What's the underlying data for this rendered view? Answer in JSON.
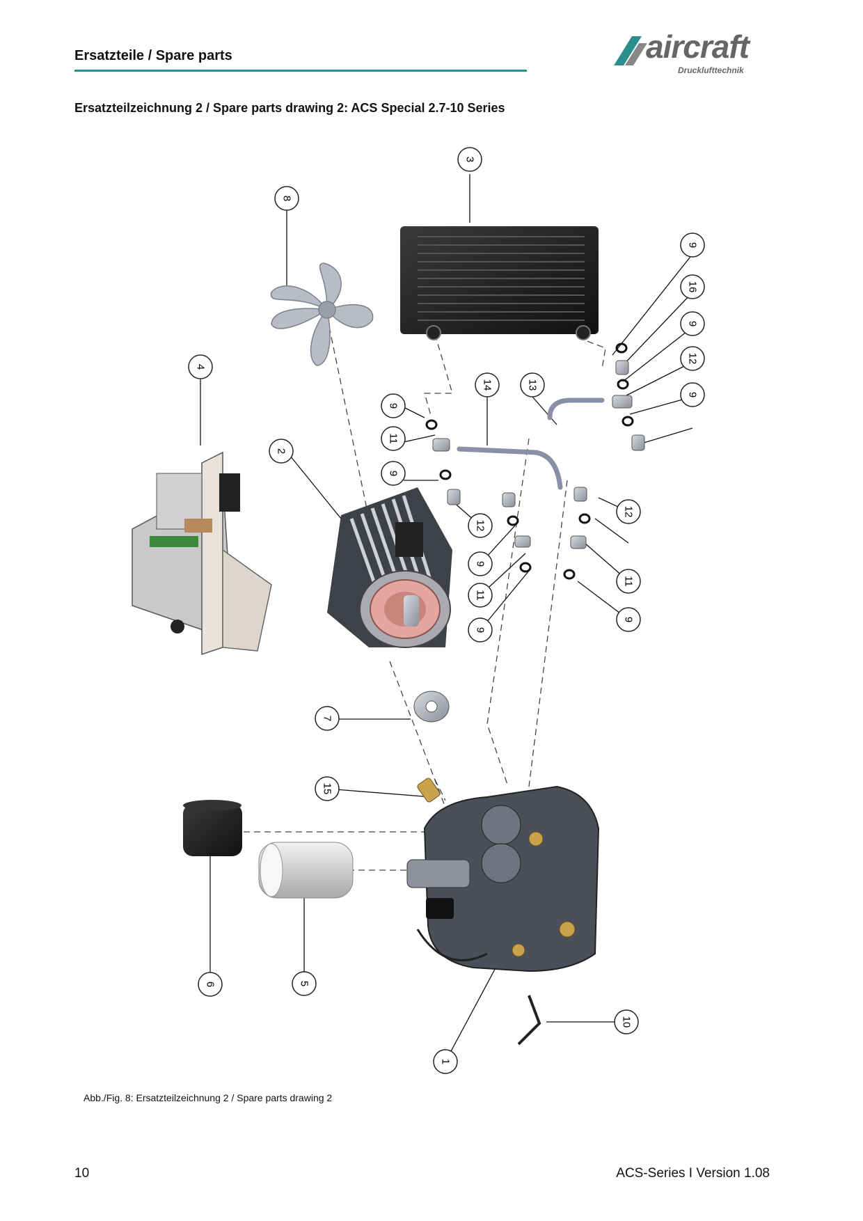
{
  "header": {
    "title": "Ersatzteile / Spare parts"
  },
  "logo": {
    "brand": "aircraft",
    "subtitle": "Drucklufttechnik"
  },
  "drawing": {
    "title": "Ersatzteilzeichnung 2 / Spare parts drawing 2: ACS Special 2.7-10 Series",
    "callouts": [
      "1",
      "2",
      "3",
      "4",
      "5",
      "6",
      "7",
      "8",
      "9",
      "9",
      "9",
      "9",
      "9",
      "9",
      "9",
      "9",
      "10",
      "11",
      "11",
      "11",
      "12",
      "12",
      "12",
      "13",
      "14",
      "15",
      "16"
    ],
    "parts": [
      "compressor-pump",
      "electric-motor",
      "cooler",
      "control-panel",
      "air-filter",
      "oil-filter",
      "coupling",
      "fan",
      "seal-ring",
      "hose",
      "angle-fitting",
      "plug",
      "bent-pipe",
      "pipe",
      "valve",
      "fitting"
    ]
  },
  "caption": "Abb./Fig. 8: Ersatzteilzeichnung  2 / Spare parts drawing 2",
  "footer": {
    "page_number": "10",
    "version": "ACS-Series I Version 1.08"
  },
  "colors": {
    "rule": "#2a8f8c",
    "logo_green": "#2a8f8c",
    "logo_gray": "#666666"
  }
}
